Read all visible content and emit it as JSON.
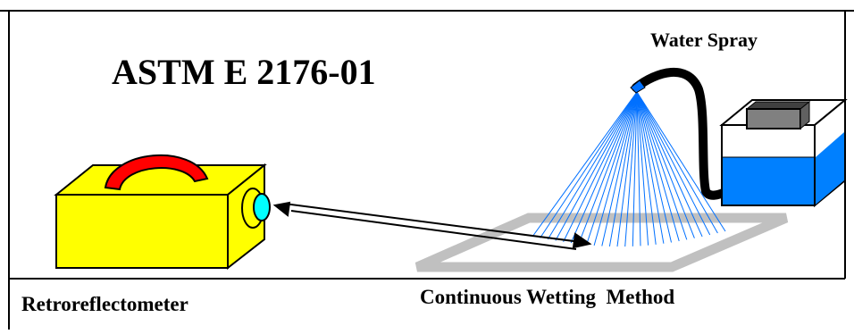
{
  "title": "ASTM E 2176-01",
  "labels": {
    "water_spray": "Water Spray",
    "method": "Continuous Wetting  Method",
    "device": "Retroreflectometer"
  },
  "colors": {
    "device_body": "#ffff00",
    "device_handle": "#ff0000",
    "lens": "#00ffff",
    "spray_lines": "#0070ff",
    "water": "#0080ff",
    "container_cap": "#808080",
    "test_area": "#c0c0c0",
    "frame": "#000000"
  }
}
